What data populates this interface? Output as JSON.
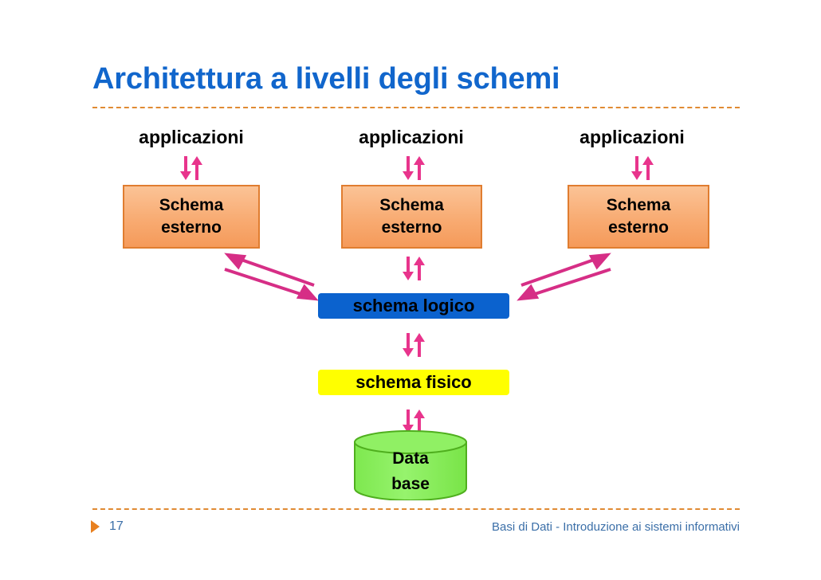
{
  "slide": {
    "title": "Architettura a livelli degli schemi",
    "accent_title_color": "#1166CC",
    "rule_color": "#E08A33",
    "arrow_color": "#E8348C",
    "diagonal_arrow_color": "#D62E86"
  },
  "applications": [
    {
      "label": "applicazioni"
    },
    {
      "label": "applicazioni"
    },
    {
      "label": "applicazioni"
    }
  ],
  "external_schemas": [
    {
      "line1": "Schema",
      "line2": "esterno",
      "fill": "#F8AB72",
      "border": "#E07D30"
    },
    {
      "line1": "Schema",
      "line2": "esterno",
      "fill": "#F8AB72",
      "border": "#E07D30"
    },
    {
      "line1": "Schema",
      "line2": "esterno",
      "fill": "#F8AB72",
      "border": "#E07D30"
    }
  ],
  "logical_schema": {
    "label": "schema logico",
    "fill": "#0B62CE",
    "text_color": "#000000"
  },
  "physical_schema": {
    "label": "schema fisico",
    "fill": "#FFFF00",
    "text_color": "#000000"
  },
  "database": {
    "line1": "Data",
    "line2": "base",
    "fill": "#8CEE62",
    "border": "#4FAF1E"
  },
  "footer": {
    "page_number": "17",
    "note": "Basi di Dati - Introduzione ai sistemi informativi",
    "bullet_color": "#E8801F",
    "text_color": "#3B6FA8"
  }
}
